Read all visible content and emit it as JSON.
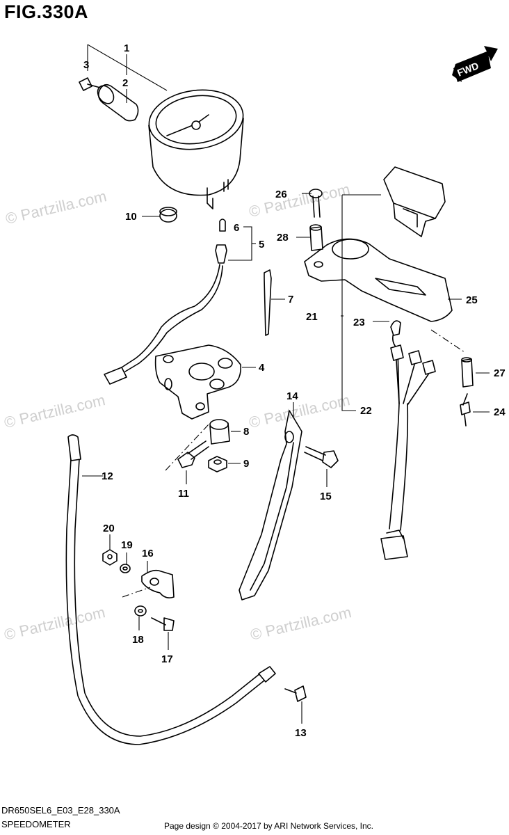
{
  "figure": {
    "title": "FIG.330A",
    "model_code": "DR650SEL6_E03_E28_330A",
    "section_name": "SPEEDOMETER",
    "copyright": "Page design © 2004-2017 by ARI Network Services, Inc."
  },
  "badge": {
    "fwd_label": "FWD"
  },
  "watermarks": [
    "© Partzilla.com",
    "© Partzilla.com",
    "© Partzilla.com",
    "© Partzilla.com",
    "© Partzilla.com",
    "© Partzilla.com"
  ],
  "callouts": [
    "1",
    "2",
    "3",
    "4",
    "5",
    "6",
    "7",
    "8",
    "9",
    "10",
    "11",
    "12",
    "13",
    "14",
    "15",
    "16",
    "17",
    "18",
    "19",
    "20",
    "21",
    "22",
    "23",
    "24",
    "25",
    "26",
    "27",
    "28"
  ]
}
